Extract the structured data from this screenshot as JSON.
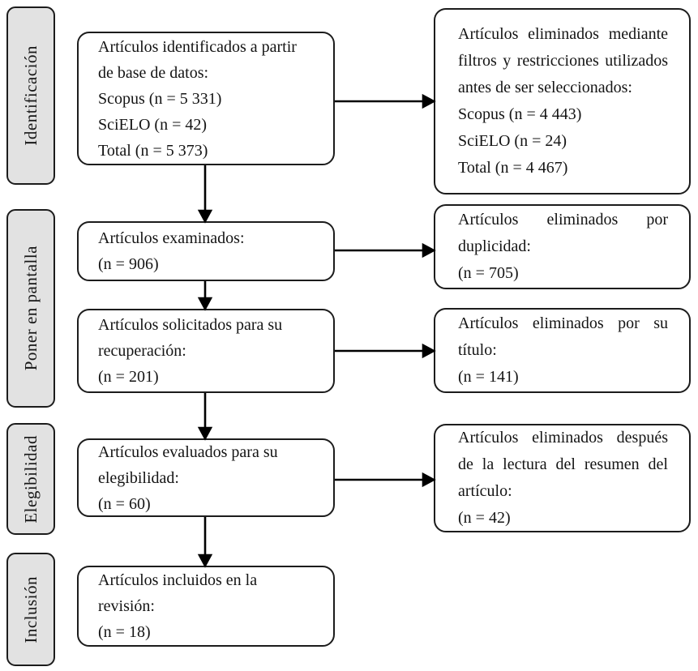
{
  "flow": {
    "title": "PRISMA article selection flow diagram",
    "stages": [
      {
        "label": "Identificación"
      },
      {
        "label": "Poner en pantalla"
      },
      {
        "label": "Elegibilidad"
      },
      {
        "label": "Inclusión"
      }
    ],
    "main_boxes": [
      {
        "text": "Artículos identificados a partir\nde base de datos:\nScopus (n = 5 331)\nSciELO (n = 42)\nTotal (n = 5 373)"
      },
      {
        "text": "Artículos examinados:\n(n = 906)"
      },
      {
        "text": "Artículos solicitados para su\nrecuperación:\n(n = 201)"
      },
      {
        "text": "Artículos evaluados para su\nelegibilidad:\n(n = 60)"
      },
      {
        "text": "Artículos incluidos en la\nrevisión:\n(n = 18)"
      }
    ],
    "side_boxes": [
      {
        "paragraph": "Artículos eliminados mediante filtros y restricciones utilizados antes de ser seleccionados:",
        "tail": "Scopus (n = 4 443)\nSciELO (n = 24)\nTotal (n = 4 467)"
      },
      {
        "paragraph": "Artículos eliminados por duplicidad:",
        "tail": "(n = 705)"
      },
      {
        "paragraph": "Artículos eliminados por su título:",
        "tail": "(n = 141)"
      },
      {
        "paragraph": "Artículos eliminados después de la lectura del resumen del artículo:",
        "tail": "(n = 42)"
      }
    ],
    "colors": {
      "box_border": "#1c1c1c",
      "stage_fill": "#e2e2e2",
      "arrow": "#000000",
      "background": "#ffffff",
      "text": "#141414"
    }
  }
}
